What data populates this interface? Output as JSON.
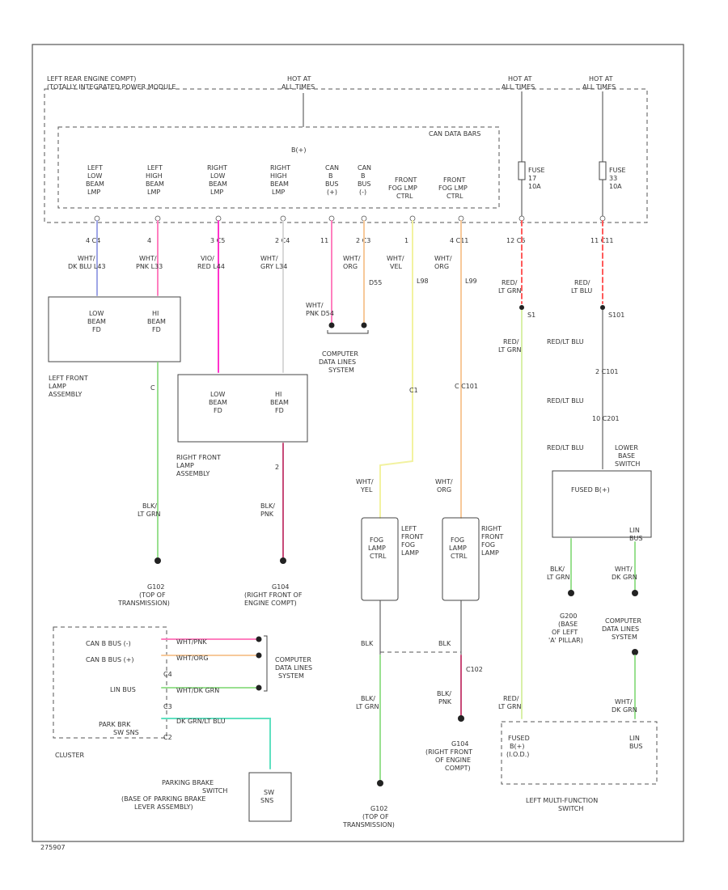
{
  "labels": {
    "module_title_1": "LEFT REAR ENGINE COMPT)",
    "module_title_2": "(TOTALLY INTEGRATED POWER MODULE",
    "hot_center_1": "HOT AT",
    "hot_center_2": "ALL TIMES",
    "hot_fuse17_1": "HOT AT",
    "hot_fuse17_2": "ALL TIMES",
    "hot_fuse33_1": "HOT AT",
    "hot_fuse33_2": "ALL TIMES",
    "can_data_bars": "CAN DATA BARS",
    "b_plus": "B(+)",
    "fuse17_1": "FUSE",
    "fuse17_2": "17",
    "fuse17_3": "10A",
    "fuse33_1": "FUSE",
    "fuse33_2": "33",
    "fuse33_3": "10A",
    "pin_llb": [
      "LEFT",
      "LOW",
      "BEAM",
      "LMP"
    ],
    "pin_lhb": [
      "LEFT",
      "HIGH",
      "BEAM",
      "LMP"
    ],
    "pin_rlb": [
      "RIGHT",
      "LOW",
      "BEAM",
      "LMP"
    ],
    "pin_rhb": [
      "RIGHT",
      "HIGH",
      "BEAM",
      "LMP"
    ],
    "pin_canb_plus": [
      "CAN",
      "B",
      "BUS",
      "(+)"
    ],
    "pin_canb_minus": [
      "CAN",
      "B",
      "BUS",
      "(-)"
    ],
    "pin_ffl_l": [
      "FRONT",
      "FOG LMP",
      "CTRL"
    ],
    "pin_ffl_r": [
      "FRONT",
      "FOG LMP",
      "CTRL"
    ],
    "cn_llb": "4   C4",
    "cn_lhb": "4",
    "cn_rlb": "3   C5",
    "cn_rhb": "2   C4",
    "cn_canp": "11",
    "cn_canm": "2   C3",
    "cn_ffl": "1",
    "cn_ffr": "4   C11",
    "cn_f17": "12   C6",
    "cn_f33": "11   C11",
    "w_llb": [
      "WHT/",
      "DK BLU  L43"
    ],
    "w_lhb": [
      "WHT/",
      "PNK  L33"
    ],
    "w_rlb": [
      "VIO/",
      "RED  L44"
    ],
    "w_rhb": [
      "WHT/",
      "GRY  L34"
    ],
    "w_canp": [
      "WHT/",
      "ORG"
    ],
    "w_canm": [
      "WHT/",
      "VEL"
    ],
    "w_ffl_code": "L98",
    "w_ffr": [
      "WHT/",
      "ORG"
    ],
    "w_ffr_code": "L99",
    "w_d55": "D55",
    "w_canp_splice": [
      "WHT/",
      "PNK  D54"
    ],
    "w_f17": [
      "RED/",
      "LT GRN"
    ],
    "w_f33": [
      "RED/",
      "LT BLU"
    ],
    "lf_lamp": [
      "LOW",
      "BEAM",
      "FD",
      "HI",
      "BEAM",
      "FD"
    ],
    "lf_lamp_label": [
      "LEFT FRONT",
      "LAMP",
      "ASSEMBLY"
    ],
    "rf_lamp": [
      "LOW",
      "BEAM",
      "FD",
      "HI",
      "BEAM",
      "FD"
    ],
    "rf_lamp_label": [
      "RIGHT FRONT",
      "LAMP",
      "ASSEMBLY"
    ],
    "cdl_top": [
      "COMPUTER",
      "DATA LINES",
      "SYSTEM"
    ],
    "g102_label": [
      "G102",
      "(TOP OF",
      "TRANSMISSION)"
    ],
    "g104_label": [
      "G104",
      "(RIGHT FRONT OF",
      "ENGINE COMPT)"
    ],
    "lf_gnd_wire": [
      "BLK/",
      "LT GRN"
    ],
    "rf_gnd_wire": [
      "BLK/",
      "PNK"
    ],
    "c_lf_gnd": "C",
    "c_rf_gnd": "2",
    "fog_l": [
      "FOG",
      "LAMP",
      "CTRL"
    ],
    "fog_l_label": [
      "LEFT",
      "FRONT",
      "FOG",
      "LAMP"
    ],
    "fog_r": [
      "FOG",
      "LAMP",
      "CTRL"
    ],
    "fog_r_label": [
      "RIGHT",
      "FRONT",
      "FOG",
      "LAMP"
    ],
    "fog_l_wire": [
      "WHT/",
      "YEL"
    ],
    "fog_r_wire": [
      "WHT/",
      "ORG"
    ],
    "fog_l_c1": "C1",
    "fog_r_c1": "C   C101",
    "fog_gnd_l": "BLK",
    "fog_gnd_r": "BLK",
    "fog_gnd_l_wire": [
      "BLK/",
      "LT GRN"
    ],
    "fog_gnd_r_wire": [
      "BLK/",
      "PNK"
    ],
    "fog_gnd_c": "C102",
    "g102b_label": [
      "G102",
      "(TOP OF",
      "TRANSMISSION)"
    ],
    "g104b_label": [
      "G104",
      "(RIGHT FRONT",
      "OF ENGINE",
      "COMPT)"
    ],
    "f17_s1": "S1",
    "f17_w2": [
      "RED/",
      "LT GRN"
    ],
    "f33_s101": "S101",
    "f33_w2": "RED/LT BLU",
    "f33_c101": "2   C101",
    "f33_w3": "RED/LT BLU",
    "f33_c201": "10   C201",
    "f33_w4": "RED/LT BLU",
    "lower_bsw": [
      "LOWER",
      "BASE",
      "SWITCH"
    ],
    "fused_b": "FUSED B(+)",
    "lin_bus": [
      "LIN",
      "BUS"
    ],
    "lbs_w1": [
      "BLK/",
      "LT GRN"
    ],
    "lbs_w2": [
      "WHT/",
      "DK GRN"
    ],
    "g200_label": [
      "G200",
      "(BASE",
      "OF LEFT",
      "'A' PILLAR)"
    ],
    "cdl_right": [
      "COMPUTER",
      "DATA LINES",
      "SYSTEM"
    ],
    "lmfs_w": [
      "WHT/",
      "DK GRN"
    ],
    "lmfs_w_red": [
      "RED/",
      "LT GRN"
    ],
    "lmfs": [
      "FUSED",
      "B(+)",
      "(I.O.D.)",
      "LIN",
      "BUS"
    ],
    "lmfs_label": [
      "LEFT MULTI-FUNCTION",
      "SWITCH"
    ],
    "cluster_pins": [
      "CAN B BUS (-)",
      "CAN B BUS (+)",
      "LIN BUS",
      "PARK BRK",
      "SW SNS"
    ],
    "cluster_pins_c": [
      "C4",
      "C3",
      "C2"
    ],
    "cluster_wires": [
      "WHT/PNK",
      "WHT/ORG",
      "WHT/DK GRN",
      "DK GRN/LT BLU"
    ],
    "cluster_label": "CLUSTER",
    "cdl_cluster": [
      "COMPUTER",
      "DATA LINES",
      "SYSTEM"
    ],
    "pbs": [
      "SW",
      "SNS"
    ],
    "pbs_label": [
      "PARKING BRAKE",
      "SWITCH",
      "(BASE OF PARKING BRAKE",
      "LEVER ASSEMBLY)"
    ],
    "footer": "275907"
  },
  "colors": {
    "dk_blu": "#9fa6e6",
    "pnk": "#ff7fbf",
    "vio_red": "#ff33cc",
    "gry": "#d8d8d8",
    "org": "#f7c99a",
    "yel": "#f2f2a0",
    "grn": "#99e090",
    "red_dash": "#ff5a5a",
    "lt_grn_red": "#d8f0a8",
    "blk_pnk": "#c84a78",
    "dk_grn_blu": "#5fe0c0"
  }
}
